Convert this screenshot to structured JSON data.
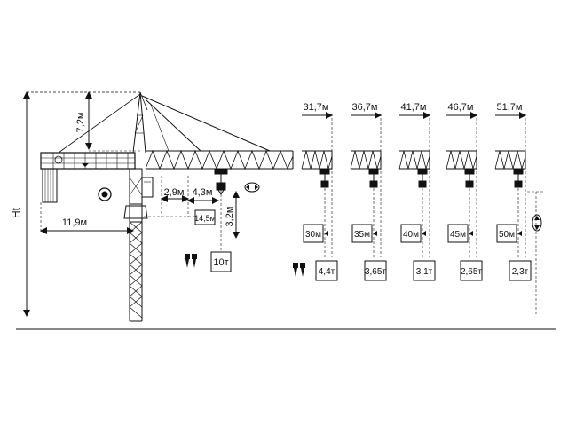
{
  "diagram": {
    "height_label": "Ht",
    "cab_height": "7,2м",
    "counter_jib": "11,9м",
    "trolley_offset_1": "2,9м",
    "trolley_offset_2": "4,3м",
    "min_radius": "14,5м",
    "hook_drop": "3,2м",
    "max_load": "10т",
    "variants": [
      {
        "span": "31,7м",
        "jib": "30м",
        "load": "4,4т"
      },
      {
        "span": "36,7м",
        "jib": "35м",
        "load": "3,65т"
      },
      {
        "span": "41,7м",
        "jib": "40м",
        "load": "3,1т"
      },
      {
        "span": "46,7м",
        "jib": "45м",
        "load": "2,65т"
      },
      {
        "span": "51,7м",
        "jib": "50м",
        "load": "2,3т"
      }
    ],
    "icons": [
      "target-icon",
      "hook-block-icon",
      "double-arrow-horizontal-icon",
      "double-arrow-vertical-icon"
    ]
  }
}
